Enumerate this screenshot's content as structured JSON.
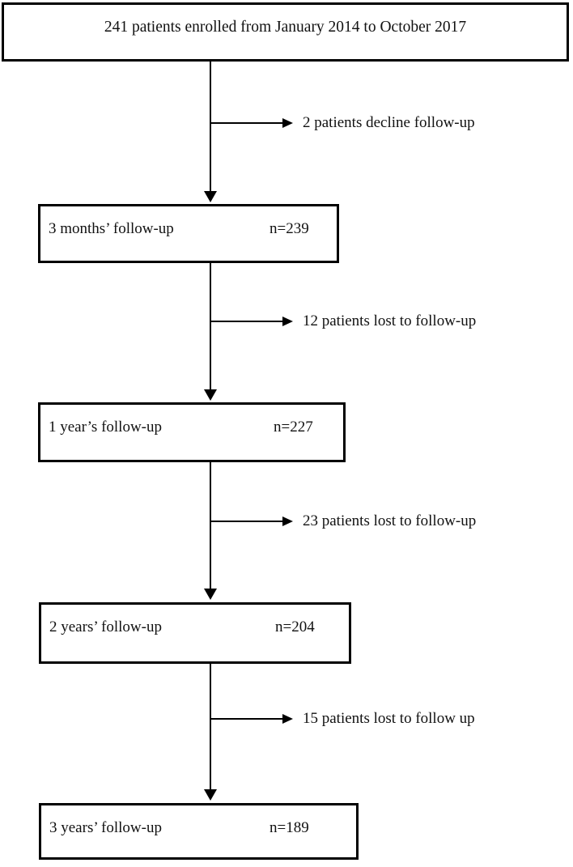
{
  "diagram": {
    "type": "flowchart",
    "orientation": "vertical",
    "stroke_color": "#000000",
    "text_color": "#111111",
    "background_color": "#ffffff",
    "title_box": {
      "text": "241 patients enrolled from January 2014 to October 2017"
    },
    "stages": [
      {
        "label": "3 months’ follow-up",
        "count": "n=239"
      },
      {
        "label": "1 year’s follow-up",
        "count": "n=227"
      },
      {
        "label": "2 years’ follow-up",
        "count": "n=204"
      },
      {
        "label": "3 years’ follow-up",
        "count": "n=189"
      }
    ],
    "attritions": [
      {
        "text": "2 patients decline follow-up"
      },
      {
        "text": "12 patients lost to follow-up"
      },
      {
        "text": "23 patients lost to follow-up"
      },
      {
        "text": "15 patients lost to follow up"
      }
    ]
  }
}
